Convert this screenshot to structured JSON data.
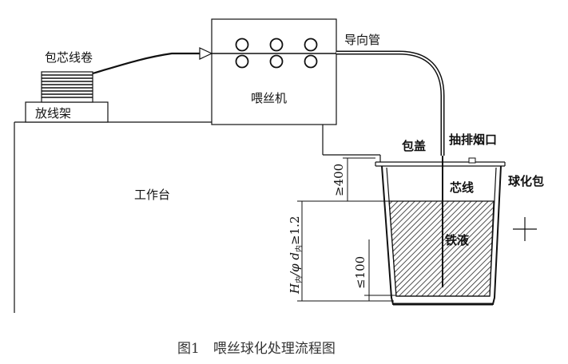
{
  "labels": {
    "spool": "包芯线卷",
    "rack": "放线架",
    "feeder": "喂丝机",
    "guide_tube": "导向管",
    "workbench": "工作台",
    "lid": "包盖",
    "exhaust": "抽排烟口",
    "core_wire": "芯线",
    "ladle": "球化包",
    "iron": "铁液",
    "dim_top": "≥400",
    "dim_bottom": "≤100",
    "ratio_h": "H",
    "ratio_h_sub": "内",
    "ratio_mid": "/φ d",
    "ratio_d_sub": "内",
    "ratio_tail": "≥1.2"
  },
  "caption": "图1　喂丝球化处理流程图",
  "colors": {
    "line": "#111111",
    "hatch": "#333333",
    "caption": "#333333"
  }
}
